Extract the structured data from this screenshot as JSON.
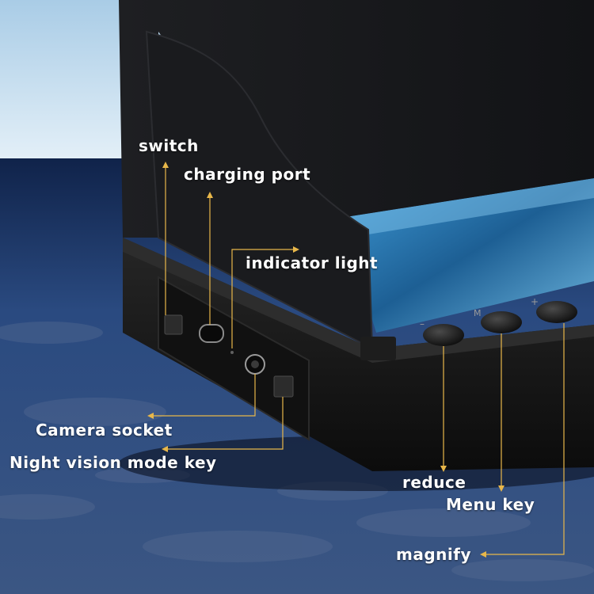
{
  "labels": {
    "switch": "switch",
    "charging_port": "charging port",
    "indicator_light": "indicator light",
    "camera_socket": "Camera socket",
    "night_vision_key": "Night vision mode key",
    "reduce": "reduce",
    "menu_key": "Menu key",
    "magnify": "magnify"
  },
  "button_marks": {
    "reduce": "–",
    "menu": "M",
    "magnify": "+"
  },
  "colors": {
    "callout_line": "#e8b74a",
    "label_text": "#ffffff",
    "sky": "#cfe3f2",
    "sea": "#1f3760",
    "device": "#141414",
    "screen": "#2a6fa8"
  }
}
